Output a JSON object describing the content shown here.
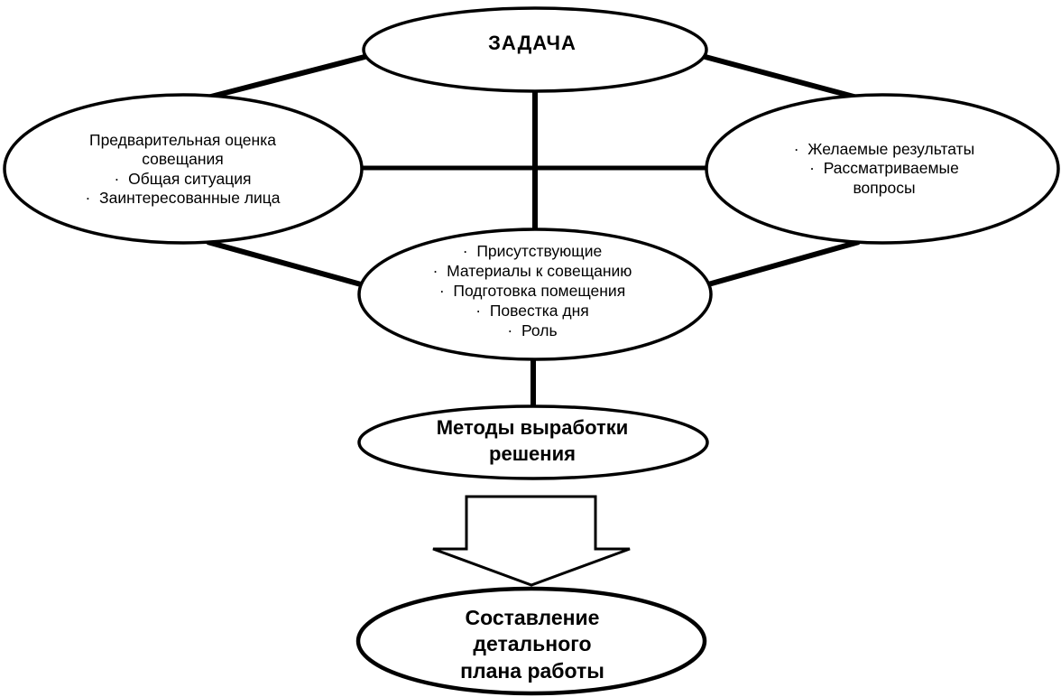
{
  "nodes": {
    "task": {
      "title": "ЗАДАЧА"
    },
    "preliminary": {
      "title": "Предварительная оценка",
      "title_cont": "совещания",
      "items": [
        "Общая ситуация",
        "Заинтересованные лица"
      ]
    },
    "desired": {
      "items": [
        "Желаемые результаты",
        "Рассматриваемые"
      ],
      "item_cont": "вопросы"
    },
    "preparation": {
      "items": [
        "Присутствующие",
        "Материалы к совещанию",
        "Подготовка помещения",
        "Повестка дня",
        "Роль"
      ]
    },
    "methods": {
      "line1": "Методы выработки",
      "line2": "решения"
    },
    "plan": {
      "line1": "Составление",
      "line2": "детального",
      "line3": "плана работы"
    }
  },
  "colors": {
    "stroke": "#000000",
    "fill": "#ffffff"
  },
  "icons": {
    "bullet": "middle-dot",
    "arrow": "down-arrow-outline"
  }
}
